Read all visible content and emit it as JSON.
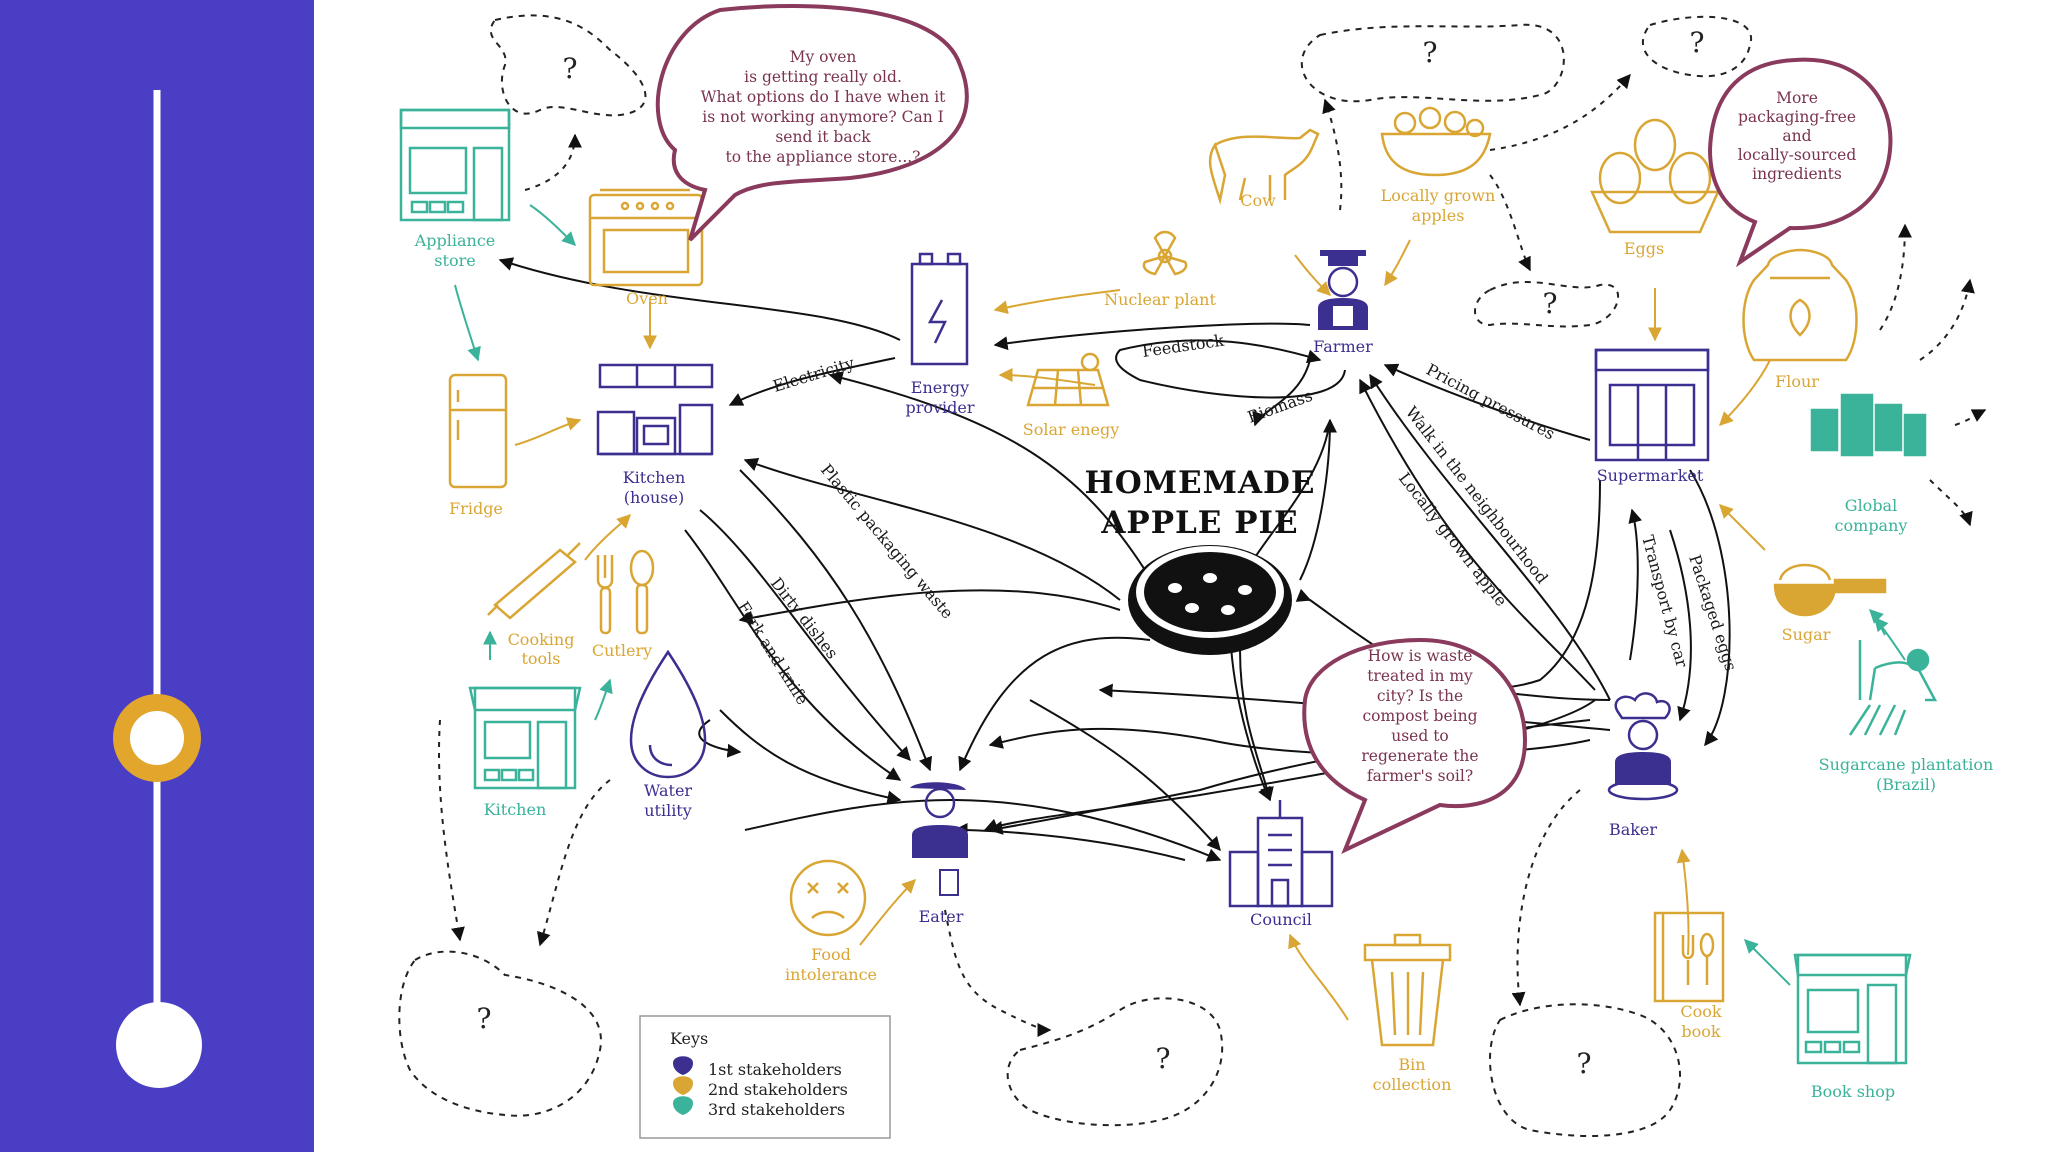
{
  "title": {
    "line1": "HOMEMADE",
    "line2": "APPLE PIE"
  },
  "colors": {
    "sidebar": "#4a3fc4",
    "first_stakeholder": "#3b2f8f",
    "second_stakeholder": "#d9a634",
    "third_stakeholder": "#3bb29a",
    "bubble_outline": "#8a3a5c",
    "slider_knob": "#e2a62d"
  },
  "slider": {
    "value": 0.76
  },
  "nodes": {
    "appliance_store": [
      "Appliance",
      "store"
    ],
    "oven": "Oven",
    "fridge": "Fridge",
    "kitchen_house": [
      "Kitchen",
      "(house)"
    ],
    "cooking_tools": [
      "Cooking",
      "tools"
    ],
    "cutlery": "Cutlery",
    "kitchen": "Kitchen",
    "water_utility": [
      "Water",
      "utility"
    ],
    "energy_provider": [
      "Energy",
      "provider"
    ],
    "nuclear_plant": "Nuclear plant",
    "solar_energy": "Solar enegy",
    "cow": "Cow",
    "locally_grown_apples": [
      "Locally grown",
      "apples"
    ],
    "farmer": "Farmer",
    "eggs": "Eggs",
    "supermarket": "Supermarket",
    "flour": "Flour",
    "global_company": [
      "Global",
      "company"
    ],
    "sugar": "Sugar",
    "sugarcane": [
      "Sugarcane plantation",
      "(Brazil)"
    ],
    "baker": "Baker",
    "cook_book": [
      "Cook",
      "book"
    ],
    "book_shop": "Book shop",
    "council": "Council",
    "bin_collection": [
      "Bin",
      "collection"
    ],
    "eater": "Eater",
    "food_intolerance": [
      "Food",
      "intolerance"
    ]
  },
  "edges": {
    "electricity": "Electricity",
    "feedstock": "Feedstock",
    "biomass": "Biomass",
    "pricing_pressures": "Pricing pressures",
    "walk": "Walk in the neighbourhood",
    "locally_grown_apple": "Locally grown apple",
    "plastic_waste": "Plastic packaging waste",
    "dirty_dishes": "Dirty dishes",
    "fork_knife": "Fork and knife",
    "transport_car": "Transport by car",
    "packaged_eggs": "Packaged eggs"
  },
  "bubbles": {
    "oven": [
      "My oven",
      "is getting really old.",
      "What options do I have when it",
      "is not working anymore? Can I",
      "send it back",
      "to the appliance store...?"
    ],
    "packaging": [
      "More",
      "packaging-free",
      "and",
      "locally-sourced",
      "ingredients"
    ],
    "waste": [
      "How is waste",
      "treated in my",
      "city? Is the",
      "compost being",
      "used to",
      "regenerate the",
      "farmer's soil?"
    ]
  },
  "unknown_marker": "?",
  "keys": {
    "title": "Keys",
    "items": [
      "1st stakeholders",
      "2nd stakeholders",
      "3rd stakeholders"
    ]
  }
}
